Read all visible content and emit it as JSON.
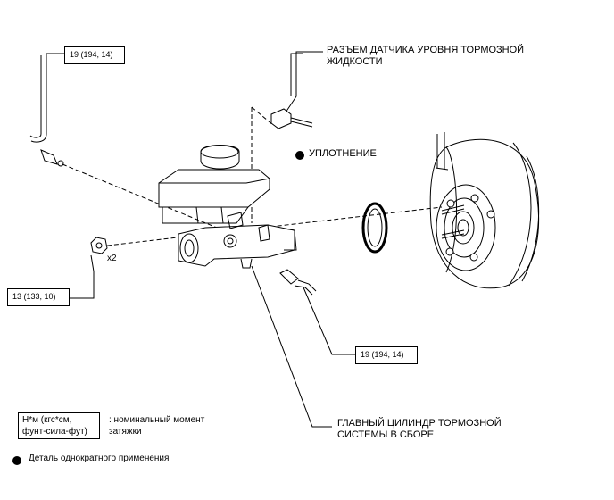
{
  "callouts": {
    "top_left_torque": "19 (194, 14)",
    "nut_torque": "13 (133, 10)",
    "bottom_torque": "19 (194, 14)",
    "nut_quantity": "x2"
  },
  "labels": {
    "sensor_connector_line1": "РАЗЪЕМ ДАТЧИКА УРОВНЯ ТОРМОЗНОЙ",
    "sensor_connector_line2": "ЖИДКОСТИ",
    "seal": "УПЛОТНЕНИЕ",
    "master_cylinder_line1": "ГЛАВНЫЙ ЦИЛИНДР ТОРМОЗНОЙ",
    "master_cylinder_line2": "СИСТЕМЫ В СБОРЕ"
  },
  "legend": {
    "unit_line1": "Н*м (кгс*см,",
    "unit_line2": "фунт-сила-фут)",
    "unit_desc_line1": ": номинальный момент",
    "unit_desc_line2": "затяжки",
    "single_use": "Деталь однократного применения"
  },
  "colors": {
    "line": "#000000",
    "background": "#ffffff"
  }
}
